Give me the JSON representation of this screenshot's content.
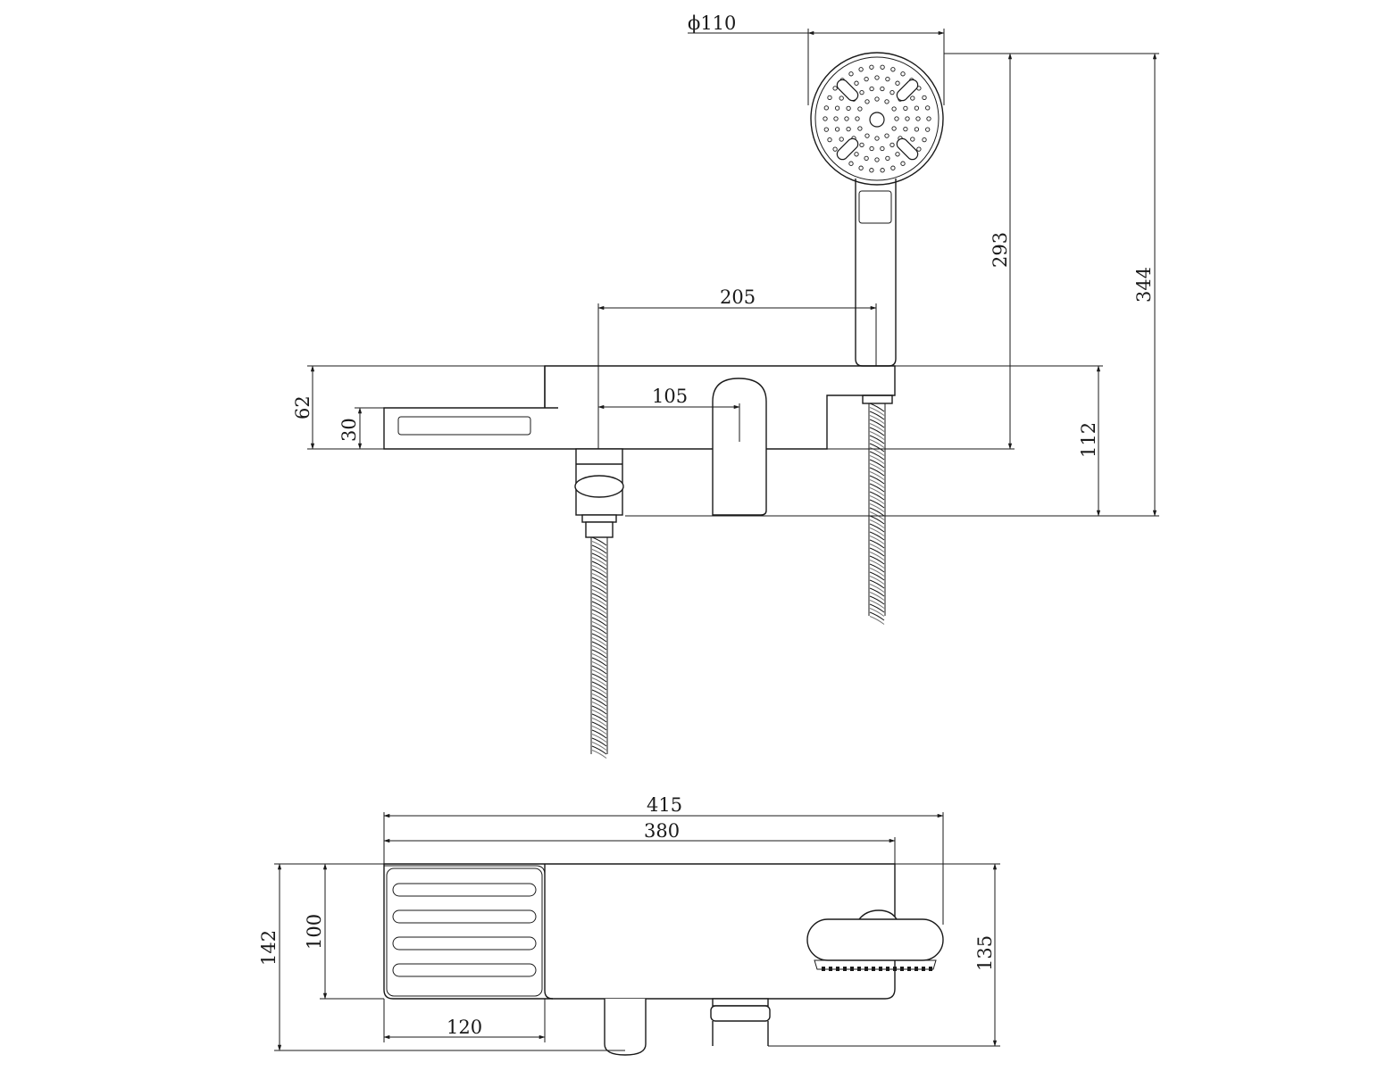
{
  "dimensions": {
    "head_diameter": "ϕ110",
    "spout_to_hand_shower": "205",
    "hand_shower_height": "293",
    "total_height": "344",
    "body_height": "62",
    "shelf_height": "30",
    "handle_offset": "105",
    "body_to_outlet": "112",
    "overall_width": "415",
    "body_width": "380",
    "overall_depth": "142",
    "shelf_depth": "100",
    "depth_to_handle": "135",
    "shelf_width": "120"
  }
}
